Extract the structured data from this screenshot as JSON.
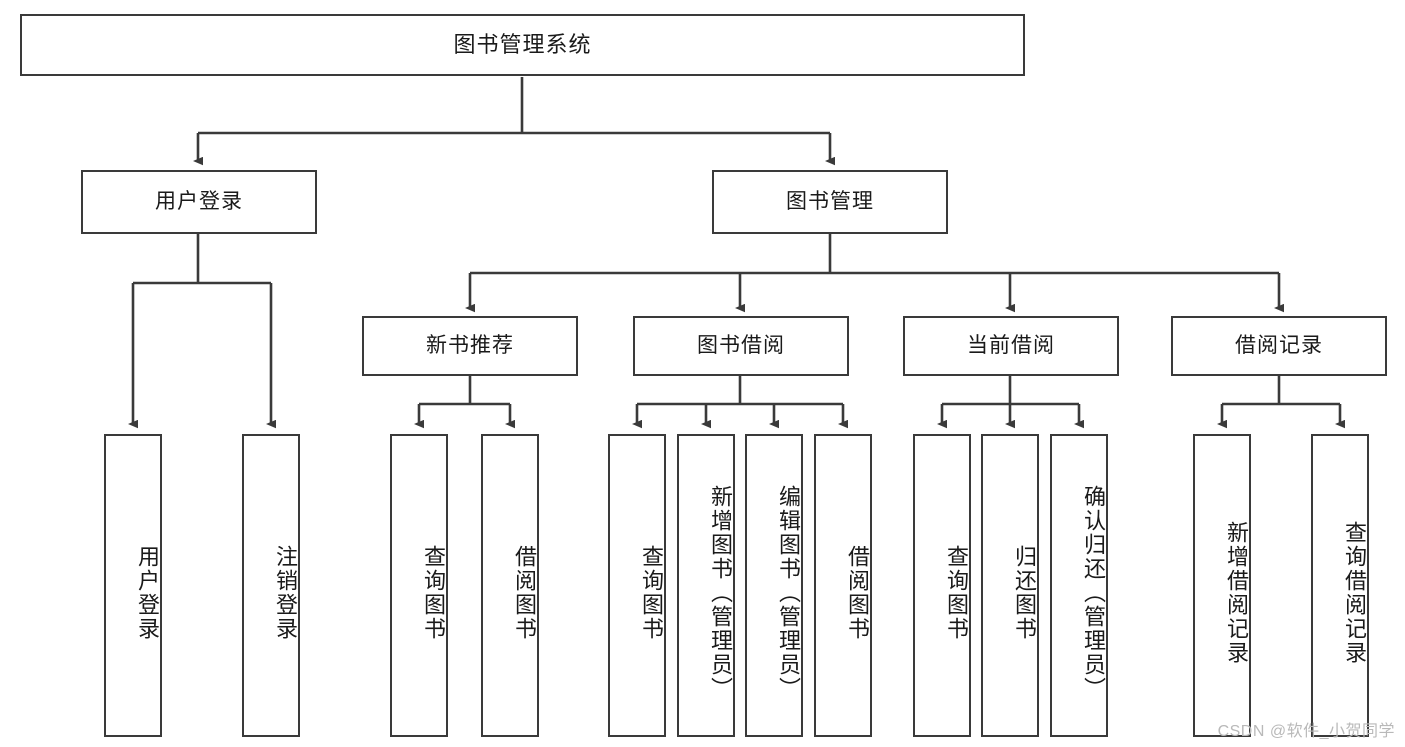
{
  "diagram": {
    "type": "tree",
    "title": "图书管理系统",
    "orientation": "top-down",
    "style": {
      "box_border_color": "#3a3a3a",
      "box_fill_color": "#ffffff",
      "edge_color": "#3a3a3a",
      "text_color": "#1a1a1a",
      "watermark_color": "#b9b9b9"
    },
    "watermark": "CSDN @软件_小贺同学",
    "nodes": {
      "root": {
        "label": "图书管理系统"
      },
      "level2": [
        {
          "id": "user-login",
          "label": "用户登录"
        },
        {
          "id": "book-manage",
          "label": "图书管理"
        }
      ],
      "level3": [
        {
          "id": "new-book-rec",
          "label": "新书推荐"
        },
        {
          "id": "book-borrow",
          "label": "图书借阅"
        },
        {
          "id": "current-borrow",
          "label": "当前借阅"
        },
        {
          "id": "borrow-record",
          "label": "借阅记录"
        }
      ],
      "leaves": {
        "user_login": [
          {
            "id": "leaf-user-login",
            "label": "用户登录"
          },
          {
            "id": "leaf-logout",
            "label": "注销登录"
          }
        ],
        "new_book_rec": [
          {
            "id": "leaf-query-book-1",
            "label": "查询图书"
          },
          {
            "id": "leaf-borrow-book-1",
            "label": "借阅图书"
          }
        ],
        "book_borrow": [
          {
            "id": "leaf-query-book-2",
            "label": "查询图书"
          },
          {
            "id": "leaf-add-book",
            "label": "新增图书（管理员）"
          },
          {
            "id": "leaf-edit-book",
            "label": "编辑图书（管理员）"
          },
          {
            "id": "leaf-borrow-book-2",
            "label": "借阅图书"
          }
        ],
        "current_borrow": [
          {
            "id": "leaf-query-book-3",
            "label": "查询图书"
          },
          {
            "id": "leaf-return-book",
            "label": "归还图书"
          },
          {
            "id": "leaf-confirm-return",
            "label": "确认归还（管理员）"
          }
        ],
        "borrow_record": [
          {
            "id": "leaf-add-record",
            "label": "新增借阅记录"
          },
          {
            "id": "leaf-query-record",
            "label": "查询借阅记录"
          }
        ]
      }
    }
  }
}
